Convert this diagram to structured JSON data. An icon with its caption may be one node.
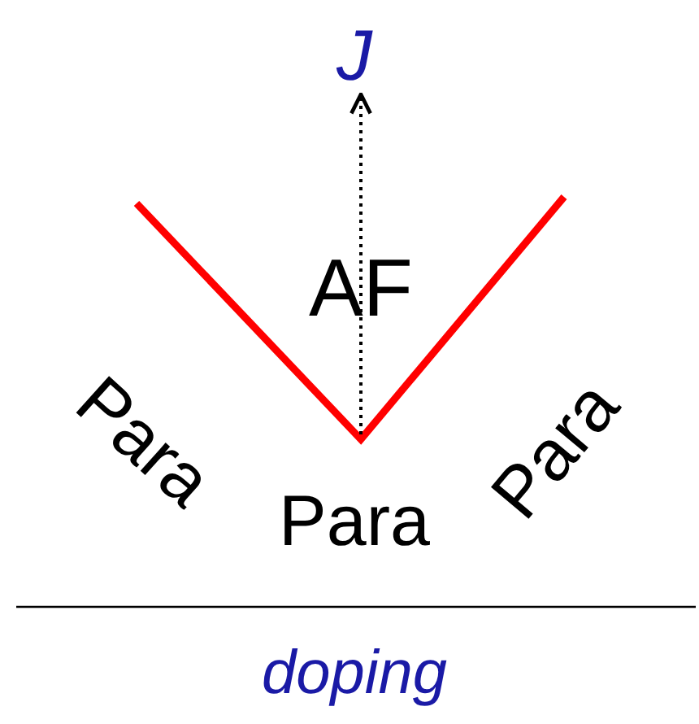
{
  "diagram": {
    "nodes": [
      {
        "text": [
          "J"
        ]
      },
      {
        "text": [],
        "shape": "line"
      }
    ],
    "edges": [
      {
        "from": 1,
        "to": 0,
        "arrow": "to",
        "style": "dashed"
      }
    ],
    "labels": [
      "AF",
      "Para",
      "Para",
      "Para",
      "doping"
    ]
  }
}
